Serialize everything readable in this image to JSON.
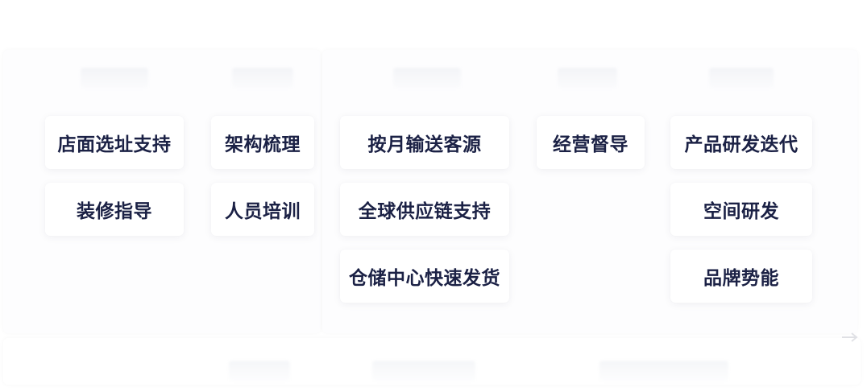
{
  "cards": [
    {
      "id": "store-site-selection",
      "label": "店面选址支持"
    },
    {
      "id": "renovation-guidance",
      "label": "装修指导"
    },
    {
      "id": "structure-review",
      "label": "架构梳理"
    },
    {
      "id": "staff-training",
      "label": "人员培训"
    },
    {
      "id": "monthly-customers",
      "label": "按月输送客源"
    },
    {
      "id": "supply-chain",
      "label": "全球供应链支持"
    },
    {
      "id": "warehouse-shipping",
      "label": "仓储中心快速发货"
    },
    {
      "id": "operation-supervision",
      "label": "经营督导"
    },
    {
      "id": "product-iteration",
      "label": "产品研发迭代"
    },
    {
      "id": "space-rd",
      "label": "空间研发"
    },
    {
      "id": "brand-power",
      "label": "品牌势能"
    }
  ]
}
